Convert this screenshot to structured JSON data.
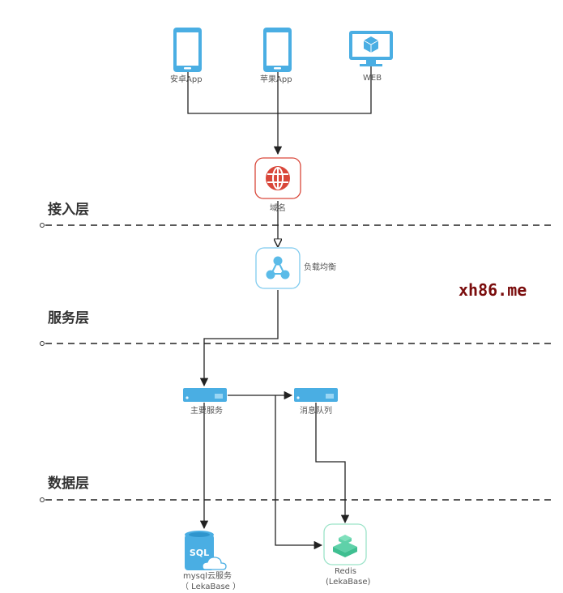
{
  "diagram": {
    "layers": [
      {
        "id": "access",
        "title": "接入层"
      },
      {
        "id": "service",
        "title": "服务层"
      },
      {
        "id": "data",
        "title": "数据层"
      }
    ],
    "nodes": {
      "android": {
        "label": "安卓App",
        "icon": "smartphone-icon"
      },
      "ios": {
        "label": "苹果App",
        "icon": "smartphone-icon"
      },
      "web": {
        "label": "WEB",
        "icon": "monitor-cube-icon"
      },
      "domain": {
        "label": "域名",
        "icon": "globe-icon"
      },
      "lb": {
        "label": "负载均衡",
        "icon": "network-hub-icon"
      },
      "main_service": {
        "label": "主要服务",
        "icon": "server-icon"
      },
      "mq": {
        "label": "消息队列",
        "icon": "server-icon"
      },
      "mysql": {
        "label_line1": "mysql云服务",
        "label_line2": "（ LekaBase ）",
        "icon": "sql-cloud-database-icon"
      },
      "redis": {
        "label_line1": "Redis",
        "label_line2": "(LekaBase)",
        "icon": "redis-stack-icon"
      }
    },
    "edges": [
      {
        "from": "android",
        "to": "domain"
      },
      {
        "from": "ios",
        "to": "domain"
      },
      {
        "from": "web",
        "to": "domain"
      },
      {
        "from": "domain",
        "to": "lb"
      },
      {
        "from": "lb",
        "to": "main_service"
      },
      {
        "from": "main_service",
        "to": "mq"
      },
      {
        "from": "main_service",
        "to": "mysql"
      },
      {
        "from": "main_service",
        "to": "redis"
      },
      {
        "from": "mq",
        "to": "redis"
      }
    ],
    "colors": {
      "device_blue": "#4aaee3",
      "domain_red": "#d9473a",
      "lb_blue": "#5bbbe8",
      "server_blue": "#4aaee3",
      "redis_green": "#5fd1a9",
      "line": "#222222",
      "watermark": "#7a0c0c"
    }
  },
  "watermark": "xh86.me"
}
